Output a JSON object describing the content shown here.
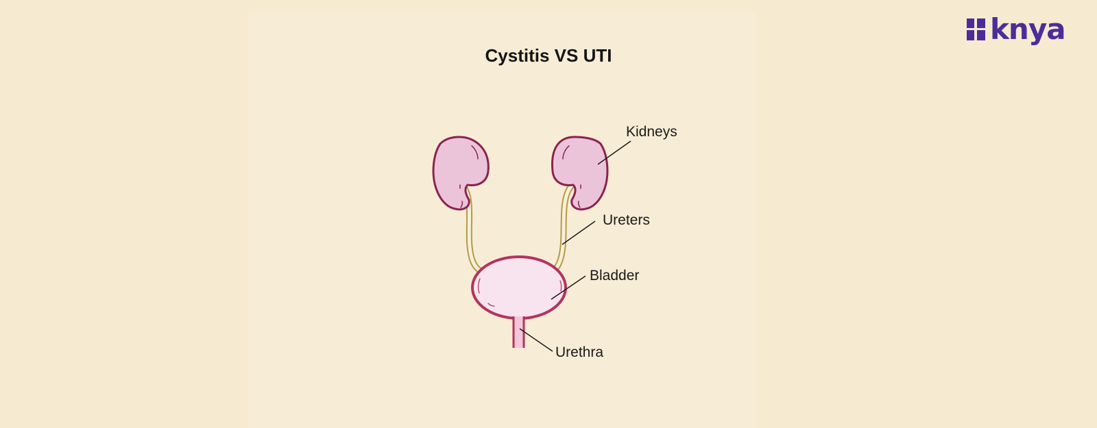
{
  "title": "Cystitis VS UTI",
  "brand": {
    "name": "knya",
    "color": "#4b2d9a",
    "icon": "knya-logo-icon"
  },
  "diagram": {
    "labels": {
      "kidneys": "Kidneys",
      "ureters": "Ureters",
      "bladder": "Bladder",
      "urethra": "Urethra"
    },
    "colors": {
      "kidney_fill": "#ecc4da",
      "kidney_stroke": "#8a2350",
      "bladder_fill": "#f8e4ee",
      "bladder_stroke": "#b2345f",
      "ureter_fill": "#f8f0d8",
      "ureter_stroke": "#b59a4a"
    }
  }
}
